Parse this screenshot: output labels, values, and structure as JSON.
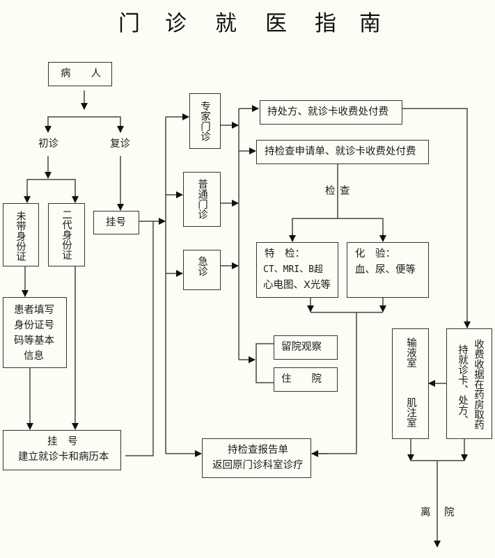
{
  "title": {
    "chars": [
      "门",
      "诊",
      "就",
      "医",
      "指",
      "南"
    ],
    "text": "门诊就医指南"
  },
  "nodes": {
    "patient": "病　　人",
    "first_visit": "初诊",
    "return_visit": "复诊",
    "no_id": "未带身份证",
    "second_gen_id": "二代身份证",
    "register_small": "挂号",
    "fill_info": [
      "患者填写",
      "身份证号",
      "码等基本",
      "信息"
    ],
    "register_big": [
      "挂　号",
      "建立就诊卡和病历本"
    ],
    "expert_clinic": "专家门诊",
    "general_clinic": "普通门诊",
    "emergency": "急诊",
    "pay_prescription": "持处方、就诊卡收费处付费",
    "pay_exam": "持检查申请单、就诊卡收费处付费",
    "exam_label": [
      "检",
      "查"
    ],
    "special_exam": [
      "特　检：",
      "CT、MRI、B超",
      "心电图、X光等"
    ],
    "lab_test": [
      "化　验：",
      "血、尿、便等"
    ],
    "observation": "留院观察",
    "hospitalize": "住　　院",
    "report_return": [
      "持检查报告单",
      "返回原门诊科室诊疗"
    ],
    "infusion_room": "输液室",
    "injection_room": "肌注室",
    "pharmacy_col1": "持就诊卡、处方、",
    "pharmacy_col2": "收费收据在药房取药",
    "leave_label": [
      "离",
      "院"
    ]
  }
}
